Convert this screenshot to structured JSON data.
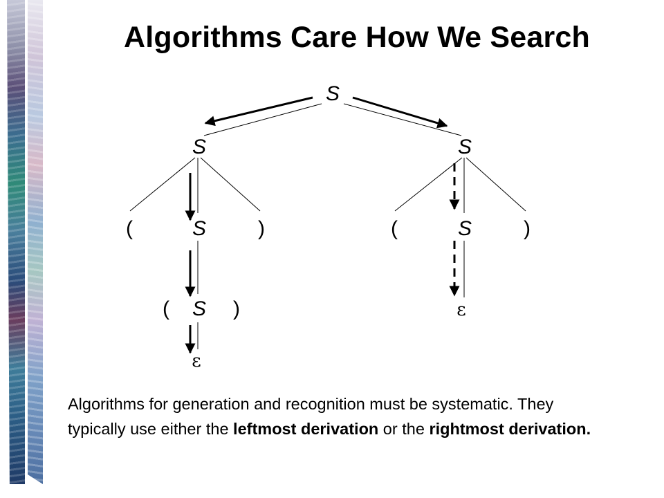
{
  "title": "Algorithms Care How We Search",
  "tree": {
    "root": "S",
    "left_child": "S",
    "right_child": "S",
    "left_open_paren": "(",
    "left_inner": "S",
    "left_close_paren": ")",
    "right_open_paren": "(",
    "right_inner": "S",
    "right_close_paren": ")",
    "left_deep_open_paren": "(",
    "left_deep_inner": "S",
    "left_deep_close_paren": ")",
    "right_epsilon": "ε",
    "left_epsilon": "ε"
  },
  "caption": {
    "part1": "Algorithms for generation and recognition must be systematic.  They typically use either the ",
    "leftmost": "leftmost derivation",
    "part2": " or the ",
    "rightmost": "rightmost derivation.",
    "part3": ""
  },
  "colors": {
    "ink": "#000000",
    "background": "#ffffff"
  }
}
